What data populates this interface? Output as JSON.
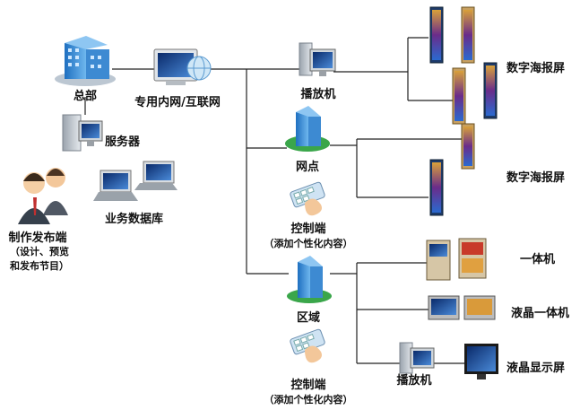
{
  "nodes": {
    "hq": "总部",
    "network": "专用内网/互联网",
    "server": "服务器",
    "publisher": "制作发布端",
    "publisher_note": [
      "（设计、预览",
      "和发布节目）"
    ],
    "database": "业务数据库",
    "player_top": "播放机",
    "branch": "网点",
    "control1": "控制端",
    "control1_note": "（添加个性化内容）",
    "region": "区域",
    "control2": "控制端",
    "control2_note": "（添加个性化内容）",
    "player_bottom": "播放机"
  },
  "endpoints": {
    "poster1": "数字海报屏",
    "poster2": "数字海报屏",
    "allinone": "一体机",
    "lcd_allinone": "液晶一体机",
    "lcd_display": "液晶显示屏"
  }
}
